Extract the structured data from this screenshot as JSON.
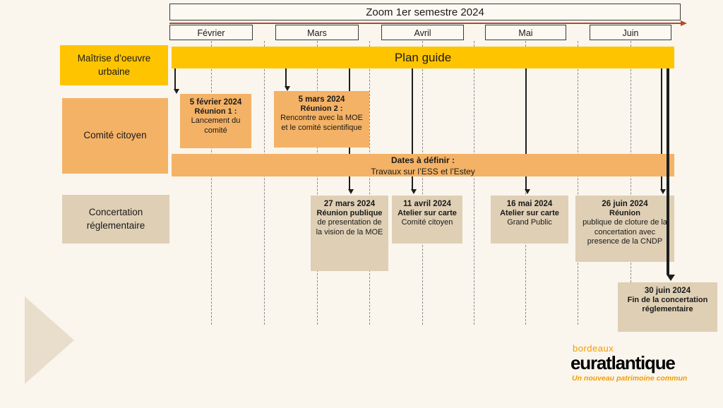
{
  "title": "Zoom 1er semestre 2024",
  "timeline": {
    "months": [
      "Février",
      "Mars",
      "Avril",
      "Mai",
      "Juin"
    ]
  },
  "row_labels": {
    "moe": "Maîtrise d’oeuvre urbaine",
    "comite": "Comité citoyen",
    "concertation": "Concertation réglementaire"
  },
  "plan_guide_label": "Plan guide",
  "comite_events": [
    {
      "date": "5 février 2024",
      "title": "Réunion 1 :",
      "desc": "Lancement du comité"
    },
    {
      "date": "5 mars 2024",
      "title": "Réunion 2 :",
      "desc": "Rencontre avec la MOE et le comité scientifique"
    }
  ],
  "dates_bar": {
    "title": "Dates à définir :",
    "desc": "Travaux sur l’ESS et l’Estey"
  },
  "concertation_events": [
    {
      "date": "27 mars 2024",
      "bold": "Réunion publique",
      "rest": "de presentation de la vision de la MOE"
    },
    {
      "date": "11 avril 2024",
      "bold": "Atelier sur carte",
      "rest": "Comité citoyen"
    },
    {
      "date": "16 mai 2024",
      "bold": "Atelier sur carte",
      "rest": "Grand Public"
    },
    {
      "date": "26 juin 2024",
      "bold": "Réunion",
      "rest": "publique de cloture de la concertation avec presence de la CNDP"
    }
  ],
  "final_event": {
    "date": "30 juin 2024",
    "text": "Fin de la concertation réglementaire"
  },
  "logo": {
    "city": "bordeaux",
    "name": "euratlantique",
    "tagline": "Un nouveau patrimoine commun"
  },
  "colors": {
    "yellow": "#FFC400",
    "orange": "#F4B266",
    "tan": "#DFCFB5",
    "axis-red": "#B44A2D",
    "logo-orange": "#F59B00",
    "bg": "#FAF6EE",
    "ink": "#1A1A1A"
  }
}
